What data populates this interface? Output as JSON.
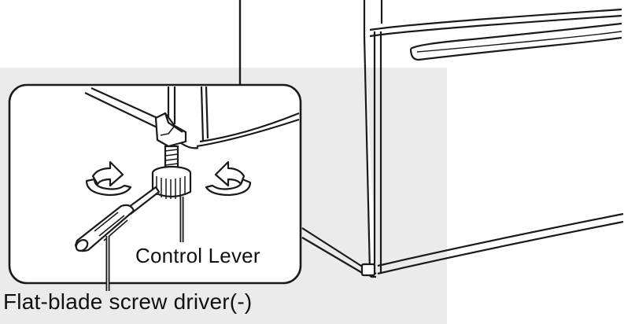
{
  "labels": {
    "control_lever": "Control Lever",
    "screwdriver": "Flat-blade screw driver(-)"
  },
  "icons": [
    "refrigerator-illustration",
    "rotate-counterclockwise-arrow-icon",
    "rotate-clockwise-arrow-icon",
    "control-lever-knob",
    "screwdriver-icon"
  ],
  "colors": {
    "panel_background": "#ebebeb",
    "line": "#1a1a1a",
    "paper": "#ffffff"
  }
}
